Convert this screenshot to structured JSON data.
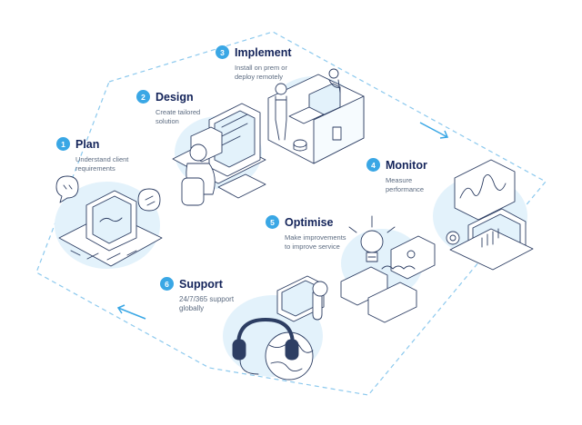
{
  "steps": [
    {
      "number": "1",
      "title": "Plan",
      "desc_lines": [
        "Understand client",
        "requirements"
      ]
    },
    {
      "number": "2",
      "title": "Design",
      "desc_lines": [
        "Create tailored",
        "solution"
      ]
    },
    {
      "number": "3",
      "title": "Implement",
      "desc_lines": [
        "Install on prem or",
        "deploy remotely"
      ]
    },
    {
      "number": "4",
      "title": "Monitor",
      "desc_lines": [
        "Measure",
        "performance"
      ]
    },
    {
      "number": "5",
      "title": "Optimise",
      "desc_lines": [
        "Make improvements",
        "to improve service"
      ]
    },
    {
      "number": "6",
      "title": "Support",
      "desc_lines": [
        "24/7/365 support",
        "globally"
      ]
    }
  ],
  "colors": {
    "accent": "#3aa7e5",
    "title": "#14245a",
    "text": "#5c6b80",
    "line": "#2d3e63",
    "path": "#8cc9ee",
    "glow": "#e3f2fb"
  }
}
